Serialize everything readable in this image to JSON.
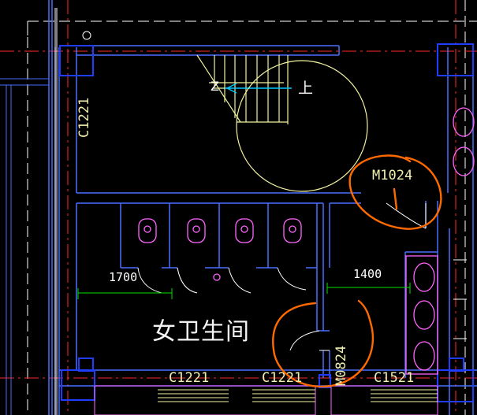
{
  "drawing": {
    "room_name": "女卫生间",
    "stair_label": "上",
    "stair_mark": "Z",
    "windows": {
      "left_side": "C1221",
      "bottom_left": "C1221",
      "bottom_mid": "C1221",
      "bottom_right": "C1521"
    },
    "doors": {
      "upper": "M1024",
      "lower": "M0824"
    },
    "dimensions": {
      "left": "1700",
      "right": "1400"
    }
  },
  "colors": {
    "background": "#000000",
    "wall": "#4a6dff",
    "column": "#1f3cff",
    "grid_line": "#ff2a2a",
    "dashed_line": "#ffffff",
    "stair": "#f3f3a0",
    "annotation": "#ff6a00",
    "dimension": "#00e000",
    "window_frame": "#ff66ff",
    "fixture": "#ff66ff"
  }
}
